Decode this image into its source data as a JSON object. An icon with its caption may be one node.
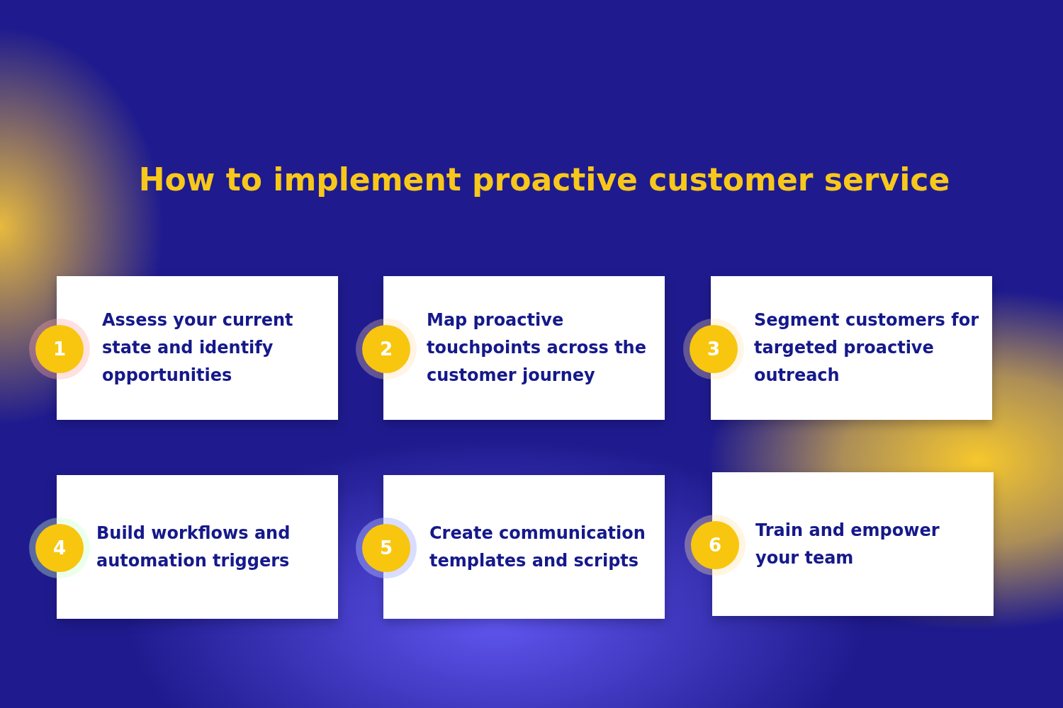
{
  "diagram": {
    "title": "How to implement proactive customer service",
    "nodes": [
      {
        "text": [
          "1"
        ]
      },
      {
        "text": [
          "Assess your current state and identify opportunities"
        ]
      },
      {
        "text": [
          "2"
        ]
      },
      {
        "text": [
          "Map proactive touchpoints across the customer journey"
        ]
      },
      {
        "text": [
          "3"
        ]
      },
      {
        "text": [
          "Segment customers for targeted proactive outreach"
        ]
      },
      {
        "text": [
          "4"
        ]
      },
      {
        "text": [
          "Build workflows and automation triggers"
        ]
      },
      {
        "text": [
          "5"
        ]
      },
      {
        "text": [
          "Create communication templates and scripts"
        ]
      },
      {
        "text": [
          "6"
        ]
      },
      {
        "text": [
          "Train and empower your team"
        ]
      }
    ]
  }
}
